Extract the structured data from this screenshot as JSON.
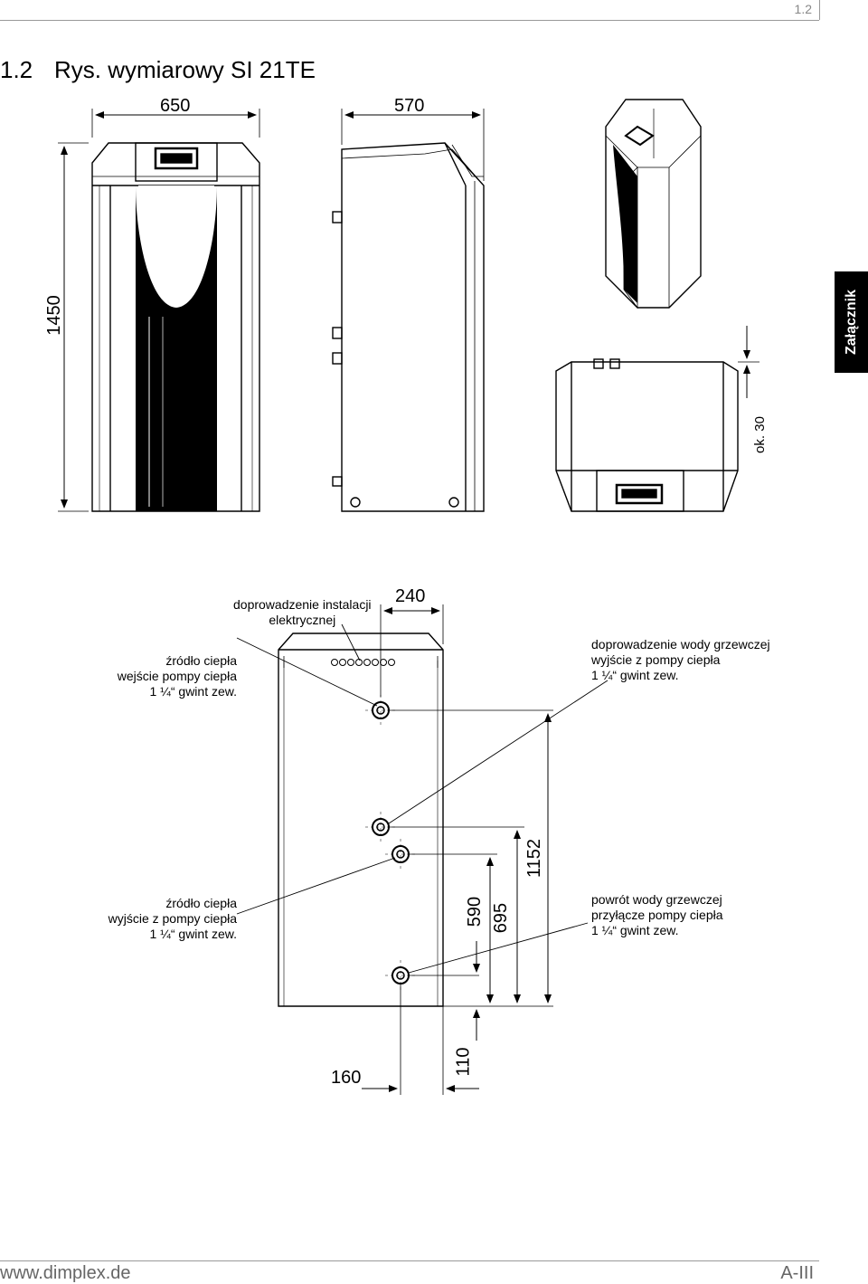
{
  "header": {
    "page_number": "1.2"
  },
  "section": {
    "number": "1.2",
    "title": "Rys. wymiarowy SI 21TE"
  },
  "side_tab": {
    "label": "Załącznik"
  },
  "dimensions": {
    "front_width": "650",
    "side_depth": "570",
    "height": "1450",
    "top_gap": "ok. 30",
    "cable_offset": "240",
    "dist_590": "590",
    "dist_695": "695",
    "dist_1152": "1152",
    "dist_160": "160",
    "dist_110": "110"
  },
  "labels": {
    "electrical": [
      "doprowadzenie instalacji",
      "elektrycznej"
    ],
    "source_in": [
      "źródło ciepła",
      "wejście pompy ciepła",
      "1 ¼“ gwint zew."
    ],
    "heating_out": [
      "doprowadzenie wody grzewczej",
      "wyjście z pompy ciepła",
      "1 ¼“ gwint zew."
    ],
    "source_out": [
      "źródło ciepła",
      "wyjście z pompy ciepła",
      "1 ¼“ gwint zew."
    ],
    "heating_return": [
      "powrót wody grzewczej",
      "przyłącze pompy ciepła",
      "1 ¼“ gwint zew."
    ]
  },
  "footer": {
    "website": "www.dimplex.de",
    "page": "A-III"
  }
}
